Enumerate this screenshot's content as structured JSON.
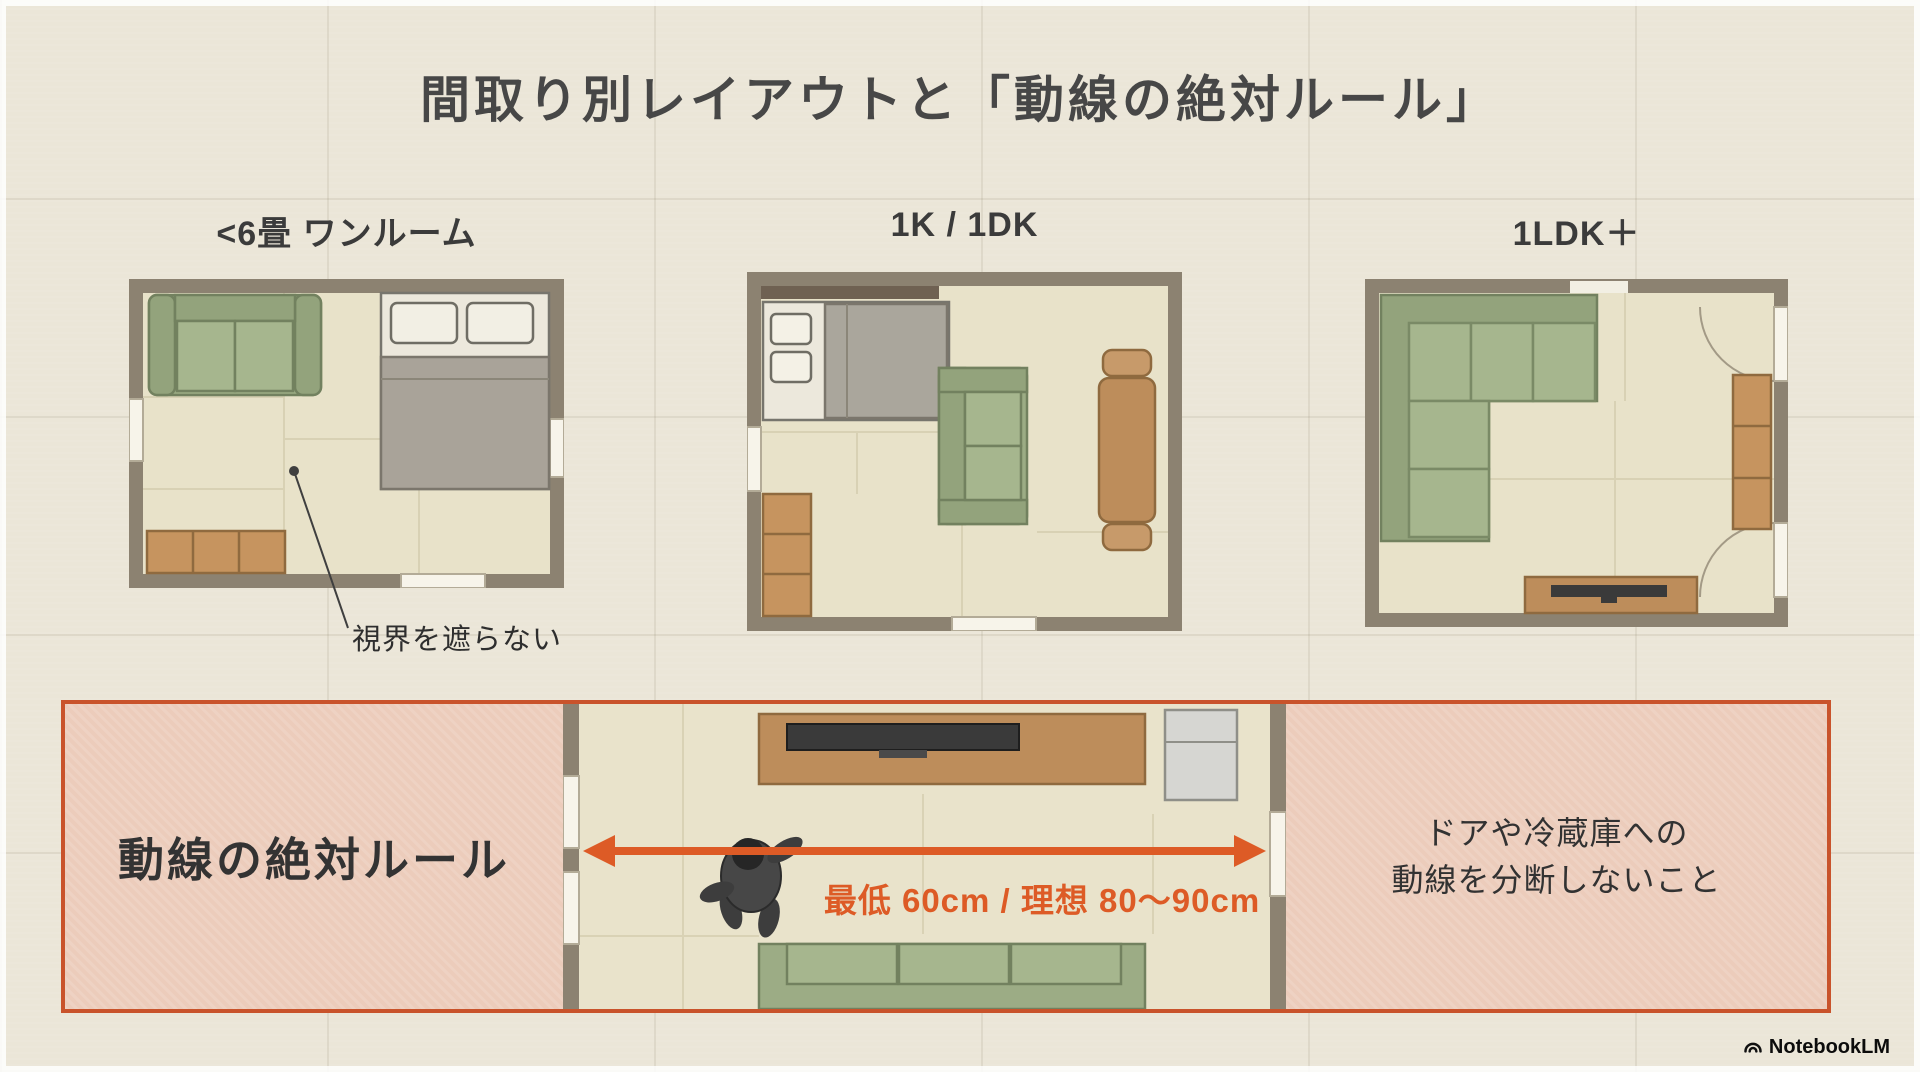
{
  "page": {
    "title": "間取り別レイアウトと「動線の絶対ルール」"
  },
  "plans": [
    {
      "id": "one-room",
      "label": "<6畳 ワンルーム",
      "annotation": "視界を遮らない"
    },
    {
      "id": "1k-1dk",
      "label": "1K / 1DK"
    },
    {
      "id": "1ldk",
      "label": "1LDK＋"
    }
  ],
  "rule_panel": {
    "title": "動線の絶対ルール",
    "clearance_label": "最低 60cm / 理想 80〜90cm",
    "note_lines": [
      "ドアや冷蔵庫への",
      "動線を分断しないこと"
    ]
  },
  "branding": {
    "name": "NotebookLM"
  },
  "colors": {
    "accent_orange": "#dd5b26",
    "panel_border": "#c9532b",
    "panel_pink": "#ecccbb",
    "text_dark": "#3a3a3a",
    "wall": "#8c8271",
    "floor": "#e8e2c9",
    "sofa_green": "#9cac85",
    "wood": "#c6945f"
  }
}
